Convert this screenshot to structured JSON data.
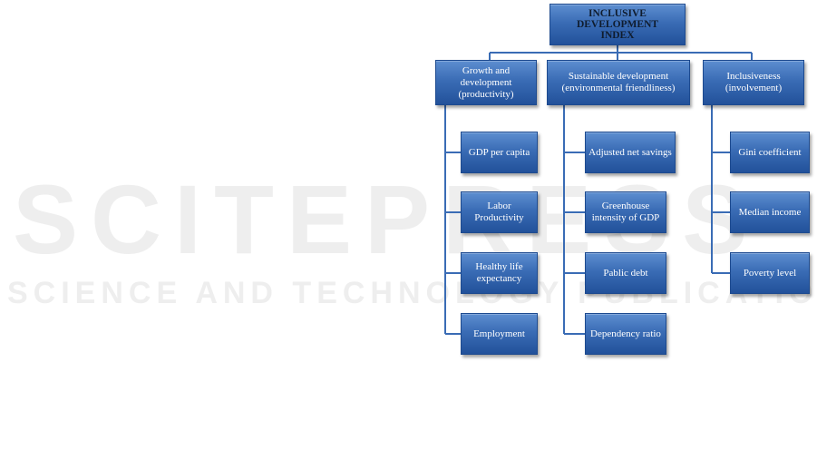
{
  "watermark": {
    "main": "SCITEPRESS",
    "sub": "SCIENCE AND TECHNOLOGY PUBLICATIONS"
  },
  "root": {
    "lines": [
      "INCLUSIVE",
      "DEVELOPMENT",
      "INDEX"
    ]
  },
  "categories": [
    {
      "label": "Growth and development (productivity)",
      "children": [
        "GDP per capita",
        "Labor Productivity",
        "Healthy life expectancy",
        "Employment"
      ]
    },
    {
      "label": "Sustainable development (environmental friendliness)",
      "children": [
        "Adjusted net savings",
        "Greenhouse intensity of GDP",
        "Pablic debt",
        "Dependency ratio"
      ]
    },
    {
      "label": "Inclusiveness (involvement)",
      "children": [
        "Gini coefficient",
        "Median income",
        "Poverty level"
      ]
    }
  ],
  "colors": {
    "box_top": "#5d8ed0",
    "box_bottom": "#22519a",
    "connector": "#3a6cb5"
  }
}
